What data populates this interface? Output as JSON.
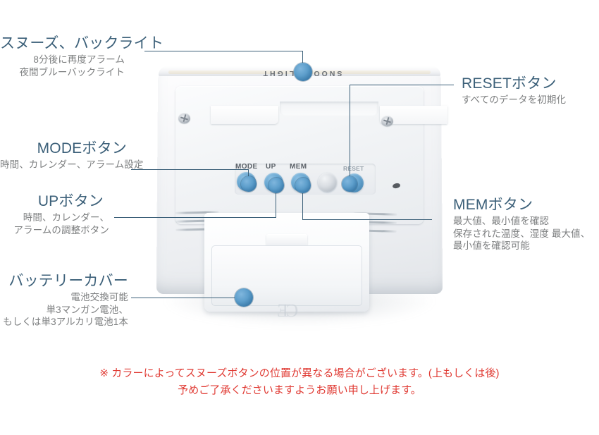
{
  "page": {
    "accent_color": "#3c6079",
    "subtext_color": "#7d7f80",
    "notice_color": "#e03a33",
    "background_color": "#ffffff"
  },
  "annotations": [
    {
      "key": "snooze",
      "title": "スヌーズ、バックライト",
      "lines": [
        "8分後に再度アラーム",
        "夜間ブルーバックライト"
      ],
      "side": "left"
    },
    {
      "key": "reset",
      "title": "RESETボタン",
      "lines": [
        "すべてのデータを初期化"
      ],
      "side": "right"
    },
    {
      "key": "mode",
      "title": "MODEボタン",
      "lines": [
        "時間、カレンダー、アラーム設定"
      ],
      "side": "left"
    },
    {
      "key": "up",
      "title": "UPボタン",
      "lines": [
        "時間、カレンダー、",
        "アラームの調整ボタン"
      ],
      "side": "left"
    },
    {
      "key": "mem",
      "title": "MEMボタン",
      "lines": [
        "最大値、最小値を確認",
        "保存された温度、湿度 最大値、",
        "最小値を確認可能"
      ],
      "side": "right"
    },
    {
      "key": "battery",
      "title": "バッテリーカバー",
      "lines": [
        "電池交換可能",
        "単3マンガン電池、",
        "もしくは単3アルカリ電池1本"
      ],
      "side": "left"
    }
  ],
  "device": {
    "top_label": "SNOOZE/LIGHT",
    "buttons": [
      {
        "label": "MODE",
        "style": "blue"
      },
      {
        "label": "UP",
        "style": "blue"
      },
      {
        "label": "MEM",
        "style": "blue"
      },
      {
        "label": "",
        "style": "gray"
      },
      {
        "label": "RESET",
        "style": "blue"
      }
    ],
    "ce_mark": "CE"
  },
  "notice": {
    "line1": "※ カラーによってスヌーズボタンの位置が異なる場合がございます。(上もしくは後)",
    "line2": "予めご了承くださいますようお願い申し上げます。"
  }
}
